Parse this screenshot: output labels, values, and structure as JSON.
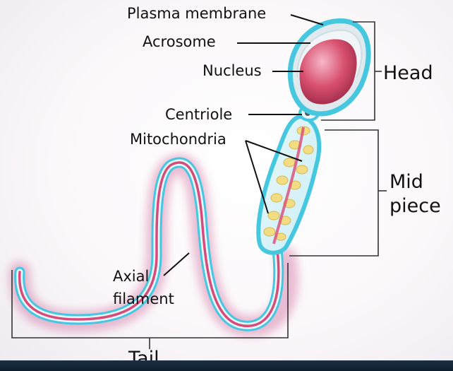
{
  "labels": {
    "plasma_membrane": "Plasma membrane",
    "acrosome": "Acrosome",
    "nucleus": "Nucleus",
    "centriole": "Centriole",
    "mitochondria": "Mitochondria",
    "axial_line1": "Axial",
    "axial_line2": "filament",
    "head": "Head",
    "mid_line1": "Mid",
    "mid_line2": "piece",
    "tail": "Tail"
  },
  "colors": {
    "membrane": "#46c7e0",
    "nucleus": "#d8506e",
    "acrosome": "#dfe9ee",
    "tail_core": "#d94a78",
    "mitochondria": "#f2dc84",
    "bracket": "#333333",
    "bottom_bar": "#16263a"
  }
}
